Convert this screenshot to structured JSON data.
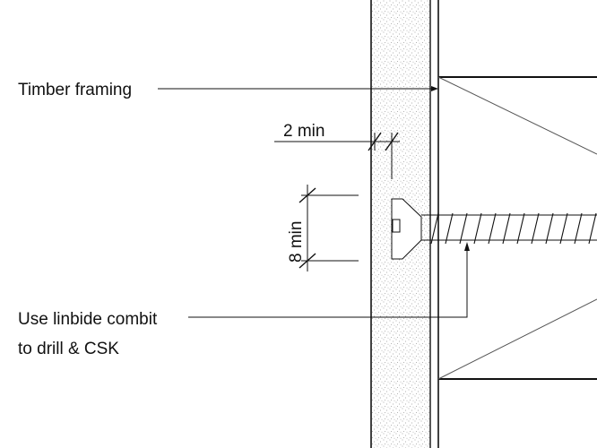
{
  "labels": {
    "timber_framing": "Timber framing",
    "two_min": "2 min",
    "eight_min": "8 min",
    "drill_line1": "Use linbide combit",
    "drill_line2": "to drill & CSK"
  },
  "colors": {
    "stroke": "#111111",
    "stipple": "#b9b9b9",
    "background": "#ffffff"
  }
}
